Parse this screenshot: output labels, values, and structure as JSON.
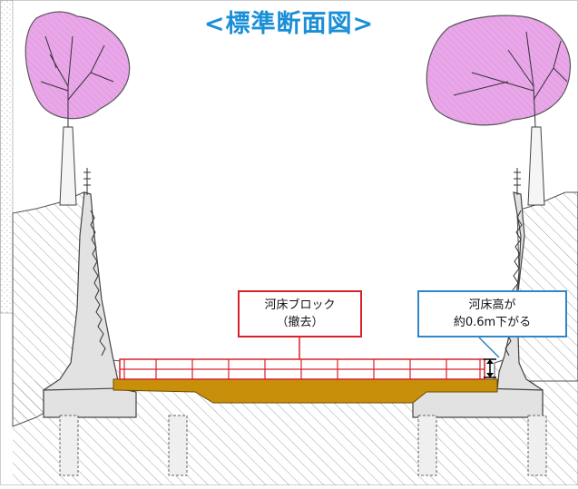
{
  "title": "<標準断面図>",
  "callouts": {
    "riverbed_block": {
      "line1": "河床ブロック",
      "line2": "（撤去）"
    },
    "riverbed_height": {
      "line1": "河床高が",
      "line2": "約0.6m下がる"
    }
  },
  "colors": {
    "title": "#1a8fd8",
    "tree_canopy": "#e9a6e9",
    "riverbed_fill": "#c8900a",
    "block_outline": "#d8222a",
    "callout_red": "#d8222a",
    "callout_blue": "#2f86c8",
    "concrete": "#e2e2e2",
    "soil_hatch": "#8a8a8a"
  },
  "icons": [
    "tree-left-icon",
    "tree-right-icon",
    "fence-post-icon"
  ]
}
